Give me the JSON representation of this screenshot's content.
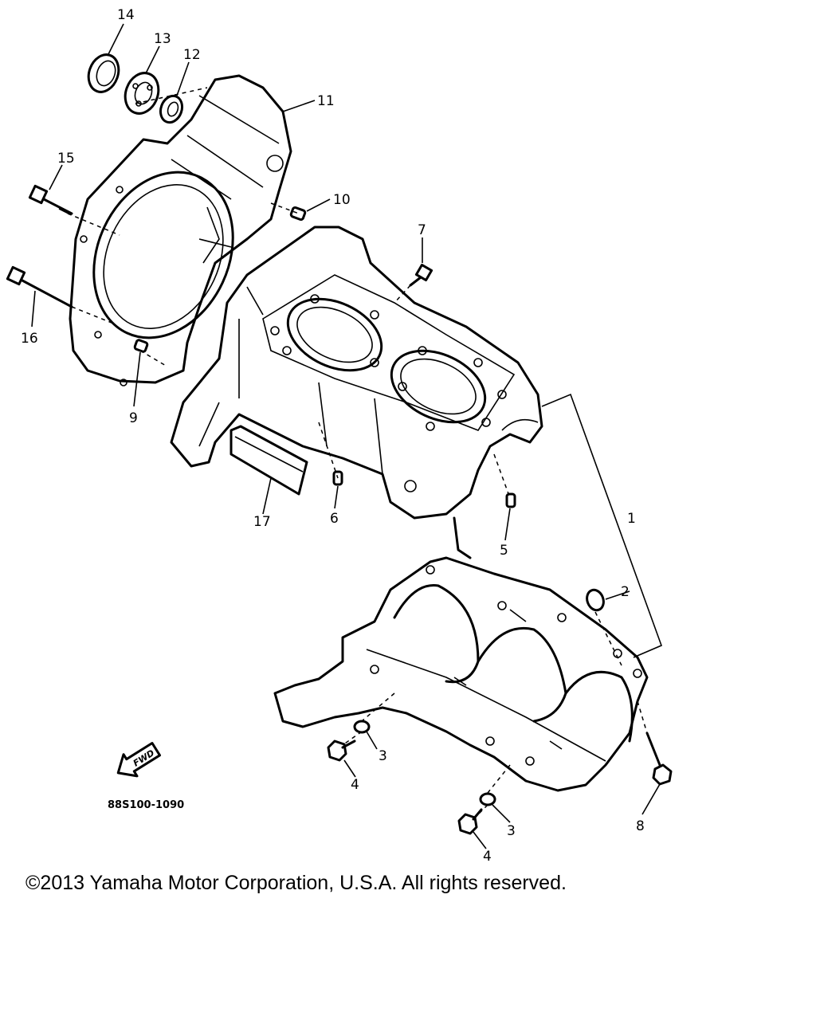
{
  "diagram": {
    "drawing_code": "88S100-1090",
    "fwd_label": "FWD",
    "callouts": [
      "14",
      "13",
      "12",
      "11",
      "15",
      "10",
      "7",
      "16",
      "9",
      "17",
      "6",
      "5",
      "1",
      "2",
      "3",
      "4",
      "3",
      "4",
      "8"
    ]
  },
  "footer": {
    "copyright": "©2013 Yamaha Motor Corporation, U.S.A. All rights reserved."
  }
}
